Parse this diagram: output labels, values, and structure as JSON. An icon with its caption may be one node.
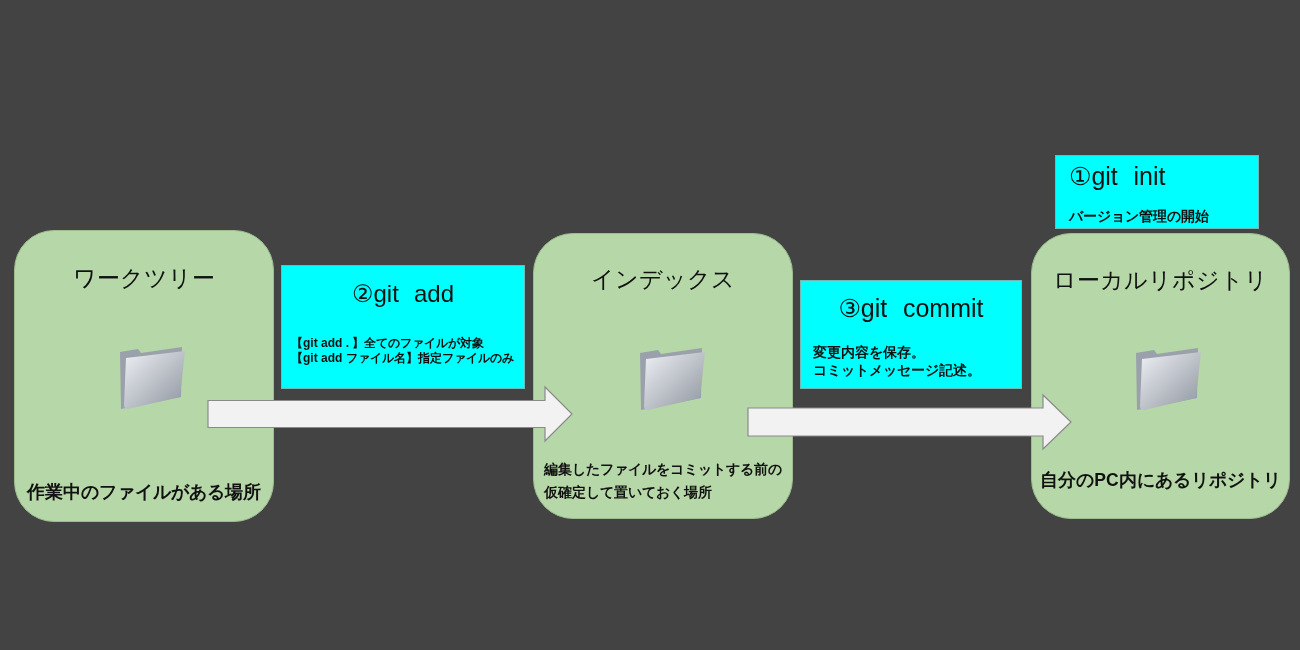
{
  "diagram": {
    "nodes": [
      {
        "text": [
          "ワークツリー",
          "作業中のファイルがある場所"
        ]
      },
      {
        "text": [
          "②git add",
          "【git add . 】全てのファイルが対象",
          "【git add ファイル名】指定ファイルのみ"
        ]
      },
      {
        "text": [
          "インデックス",
          "編集したファイルをコミットする前の仮確定して置いておく場所"
        ]
      },
      {
        "text": [
          "③git commit",
          "変更内容を保存。",
          "コミットメッセージ記述。"
        ]
      },
      {
        "text": [
          "①git init",
          "バージョン管理の開始"
        ]
      },
      {
        "text": [
          "ローカルリポジトリ",
          "自分のPC内にあるリポジトリ"
        ]
      }
    ],
    "edges": [
      {
        "from": 0,
        "to": 2,
        "arrow": "to"
      },
      {
        "from": 2,
        "to": 5,
        "arrow": "to"
      }
    ]
  }
}
